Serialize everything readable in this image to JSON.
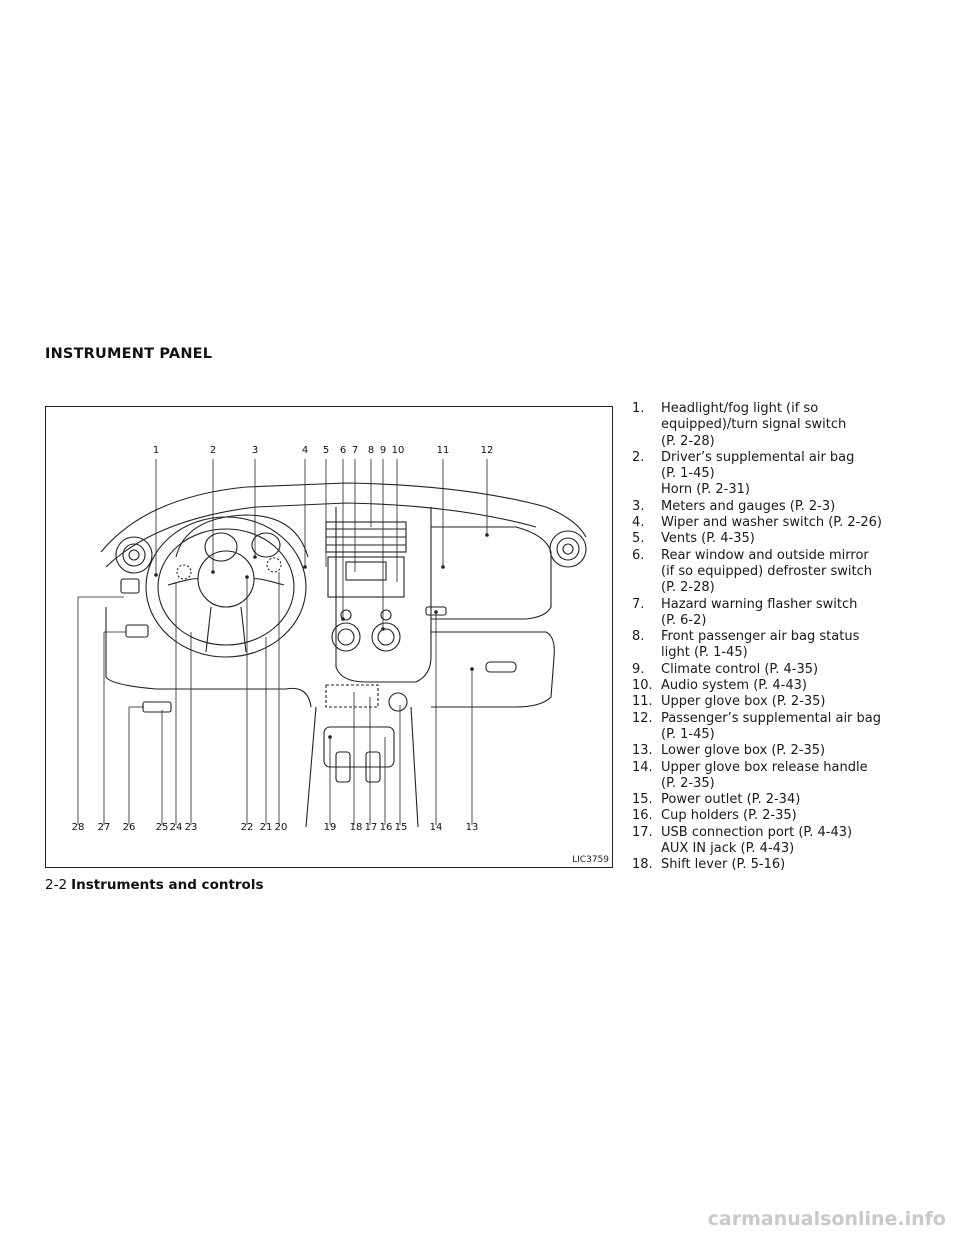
{
  "section_title": "INSTRUMENT PANEL",
  "figure": {
    "id": "LIC3759",
    "top_numbers": [
      "1",
      "2",
      "3",
      "4",
      "5",
      "6",
      "7",
      "8",
      "9",
      "10",
      "11",
      "12"
    ],
    "bottom_numbers": [
      "28",
      "27",
      "26",
      "25",
      "24",
      "23",
      "22",
      "21",
      "20",
      "19",
      "18",
      "17",
      "16",
      "15",
      "14",
      "13"
    ]
  },
  "legend": [
    {
      "num": "1.",
      "lines": [
        "Headlight/fog light (if so",
        "equipped)/turn signal switch",
        "(P. 2-28)"
      ]
    },
    {
      "num": "2.",
      "lines": [
        "Driver’s supplemental air bag",
        "(P. 1-45)",
        "Horn (P. 2-31)"
      ]
    },
    {
      "num": "3.",
      "lines": [
        "Meters and gauges (P. 2-3)"
      ]
    },
    {
      "num": "4.",
      "lines": [
        "Wiper and washer switch (P. 2-26)"
      ]
    },
    {
      "num": "5.",
      "lines": [
        "Vents (P. 4-35)"
      ]
    },
    {
      "num": "6.",
      "lines": [
        "Rear window and outside mirror",
        "(if so equipped) defroster switch",
        "(P. 2-28)"
      ]
    },
    {
      "num": "7.",
      "lines": [
        "Hazard warning flasher switch",
        "(P. 6-2)"
      ]
    },
    {
      "num": "8.",
      "lines": [
        "Front passenger air bag status",
        "light (P. 1-45)"
      ]
    },
    {
      "num": "9.",
      "lines": [
        "Climate control (P. 4-35)"
      ]
    },
    {
      "num": "10.",
      "lines": [
        "Audio system (P. 4-43)"
      ]
    },
    {
      "num": "11.",
      "lines": [
        "Upper glove box (P. 2-35)"
      ]
    },
    {
      "num": "12.",
      "lines": [
        "Passenger’s supplemental air bag",
        "(P. 1-45)"
      ]
    },
    {
      "num": "13.",
      "lines": [
        "Lower glove box (P. 2-35)"
      ]
    },
    {
      "num": "14.",
      "lines": [
        "Upper glove box release handle",
        "(P. 2-35)"
      ]
    },
    {
      "num": "15.",
      "lines": [
        "Power outlet (P. 2-34)"
      ]
    },
    {
      "num": "16.",
      "lines": [
        "Cup holders (P. 2-35)"
      ]
    },
    {
      "num": "17.",
      "lines": [
        "USB connection port (P. 4-43)",
        "AUX IN jack (P. 4-43)"
      ]
    },
    {
      "num": "18.",
      "lines": [
        "Shift lever (P. 5-16)"
      ]
    }
  ],
  "footer": {
    "page": "2-2",
    "chapter": "Instruments and controls"
  },
  "watermark": "carmanualsonline.info"
}
